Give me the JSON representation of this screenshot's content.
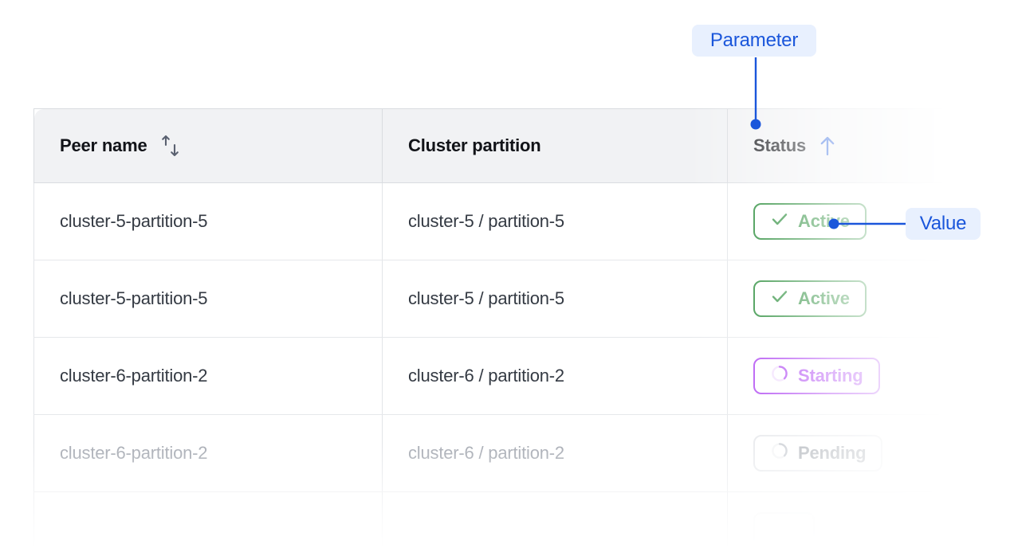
{
  "table": {
    "columns": [
      {
        "label": "Peer name",
        "sort_icon": "sort-both-icon",
        "sort_state": "none"
      },
      {
        "label": "Cluster partition",
        "sort_icon": "",
        "sort_state": "none"
      },
      {
        "label": "Status",
        "sort_icon": "sort-ascending-icon",
        "sort_state": "ascending"
      }
    ],
    "rows": [
      {
        "peer_name": "cluster-5-partition-5",
        "cluster_partition": "cluster-5 / partition-5",
        "status": "Active",
        "status_kind": "active",
        "dim": "none"
      },
      {
        "peer_name": "cluster-5-partition-5",
        "cluster_partition": "cluster-5 / partition-5",
        "status": "Active",
        "status_kind": "active",
        "dim": "none"
      },
      {
        "peer_name": "cluster-6-partition-2",
        "cluster_partition": "cluster-6 / partition-2",
        "status": "Starting",
        "status_kind": "starting",
        "dim": "none"
      },
      {
        "peer_name": "cluster-6-partition-2",
        "cluster_partition": "cluster-6 / partition-2",
        "status": "Pending",
        "status_kind": "pending",
        "dim": "muted"
      },
      {
        "peer_name": "",
        "cluster_partition": "",
        "status": "",
        "status_kind": "faint",
        "dim": "ghost"
      }
    ]
  },
  "annotations": {
    "parameter_label": "Parameter",
    "value_label": "Value"
  },
  "colors": {
    "accent_blue": "#1a56db",
    "annotation_bg": "#e8f0fe",
    "status_active": "#128024",
    "status_starting": "#a42ef0",
    "status_pending": "#8a9099",
    "header_bg": "#f1f2f4",
    "text_primary": "#111318",
    "text_body": "#343a43",
    "text_muted": "#a9adb5"
  }
}
